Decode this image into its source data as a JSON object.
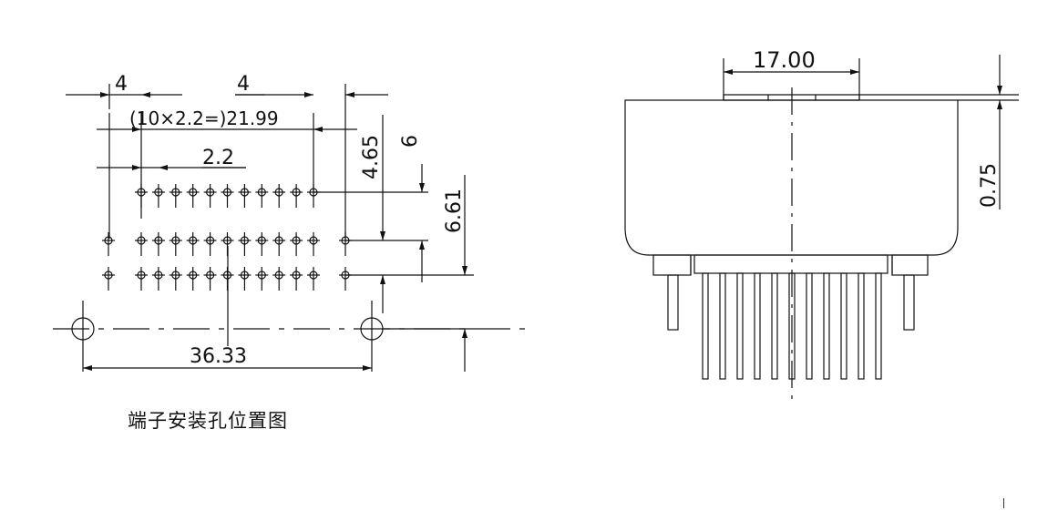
{
  "left_view": {
    "dim_pitch_left": "4",
    "dim_pitch_right": "4",
    "dim_row_span": "(10×2.2=)21.99",
    "dim_pin_pitch": "2.2",
    "dim_row1_offset": "4.65",
    "dim_row_to_row": "6",
    "dim_to_mount_hole": "6.61",
    "dim_mount_hole_span": "36.33",
    "caption": "端子安装孔位置图"
  },
  "right_view": {
    "dim_top_width": "17.00",
    "dim_step_height": "0.75"
  },
  "colors": {
    "line": "#111111",
    "background": "#ffffff"
  }
}
